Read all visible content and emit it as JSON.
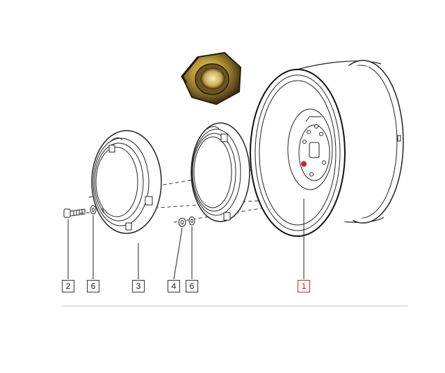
{
  "callouts": [
    {
      "id": "c2",
      "label": "2"
    },
    {
      "id": "c6a",
      "label": "6"
    },
    {
      "id": "c3",
      "label": "3"
    },
    {
      "id": "c4",
      "label": "4"
    },
    {
      "id": "c6b",
      "label": "6"
    },
    {
      "id": "c1",
      "label": "1",
      "selected": true
    }
  ],
  "colors": {
    "highlight": "#d32020",
    "line": "#222222",
    "nut_gold": "#b89a3a",
    "nut_dark": "#3a2a10"
  },
  "icons": {
    "nut_thumbnail": "hex-nut-photo"
  }
}
